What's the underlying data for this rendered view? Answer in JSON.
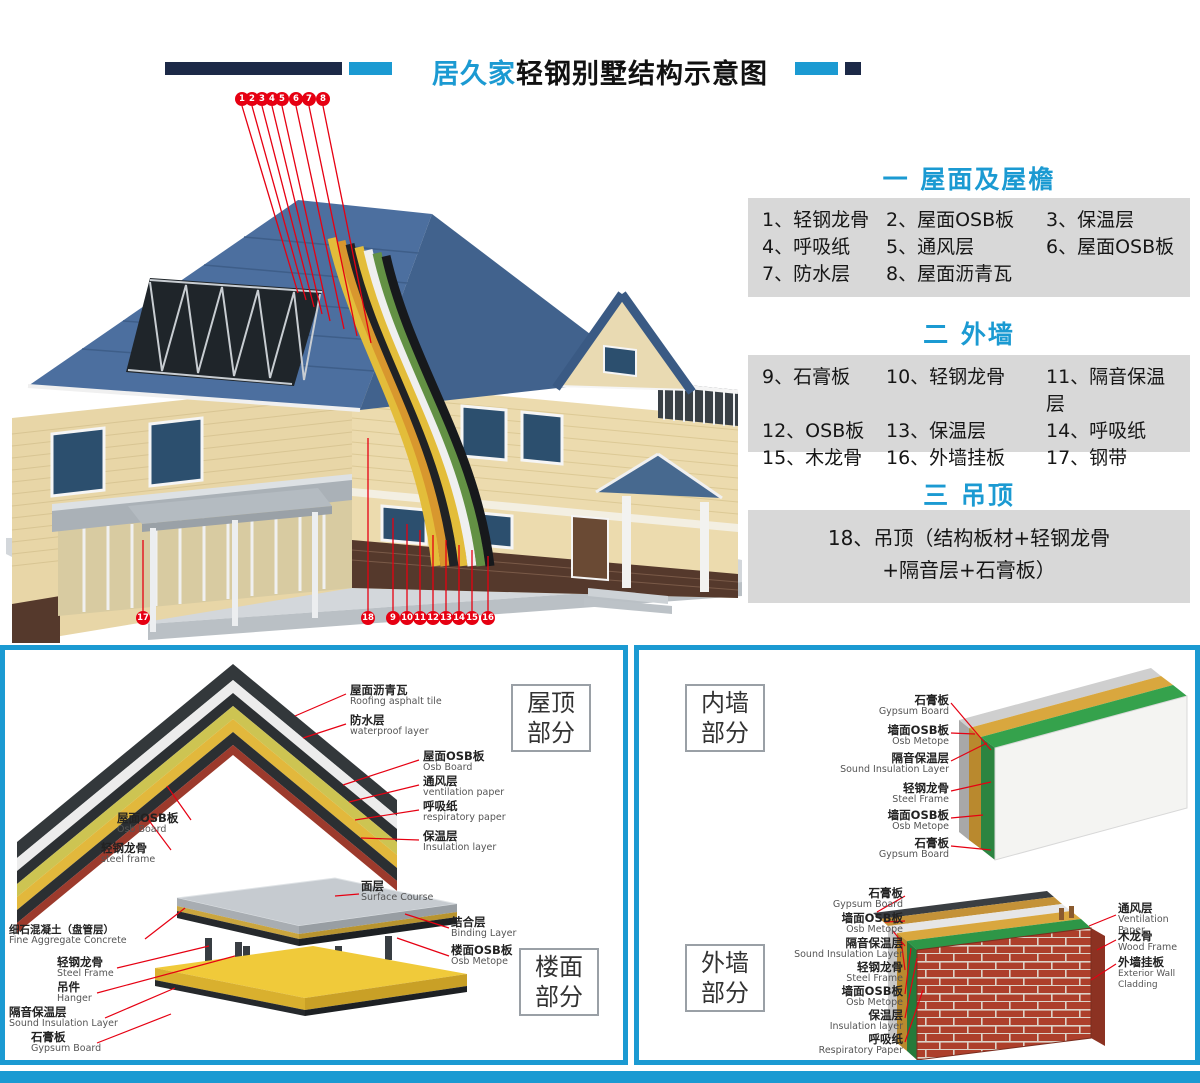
{
  "header": {
    "title_brand": "居久家",
    "title_rest": "轻钢别墅结构示意图"
  },
  "colors": {
    "accent_blue": "#1b9ad2",
    "navy": "#1c2947",
    "callout_red": "#e60012",
    "legend_bg": "#d8d8d8",
    "roof_blue": "#4c6f9f",
    "wall_cream": "#e8d6a7",
    "brick_brown": "#55392c"
  },
  "legend": {
    "sections": [
      {
        "heading": "一 屋面及屋檐",
        "rows": [
          [
            "1、轻钢龙骨",
            "2、屋面OSB板",
            "3、保温层"
          ],
          [
            "4、呼吸纸",
            "5、通风层",
            "6、屋面OSB板"
          ],
          [
            "7、防水层",
            "8、屋面沥青瓦",
            ""
          ]
        ]
      },
      {
        "heading": "二 外墙",
        "rows": [
          [
            "9、石膏板",
            "10、轻钢龙骨",
            "11、隔音保温层"
          ],
          [
            "12、OSB板",
            "13、保温层",
            "14、呼吸纸"
          ],
          [
            "15、木龙骨",
            "16、外墙挂板",
            "17、钢带"
          ]
        ]
      },
      {
        "heading": "三 吊顶",
        "lines": [
          "18、吊顶（结构板材+轻钢龙骨",
          "+隔音层+石膏板）"
        ]
      }
    ]
  },
  "callouts": {
    "top": [
      "1",
      "2",
      "3",
      "4",
      "5",
      "6",
      "7",
      "8"
    ],
    "left": [
      "17"
    ],
    "bottom": [
      "18",
      "9",
      "10",
      "11",
      "12",
      "13",
      "14",
      "15",
      "16"
    ]
  },
  "roof_panel": {
    "roof_section_box": [
      "屋顶",
      "部分"
    ],
    "floor_section_box": [
      "楼面",
      "部分"
    ],
    "roof_labels_right": [
      {
        "zh": "屋面沥青瓦",
        "en": "Roofing asphalt tile"
      },
      {
        "zh": "防水层",
        "en": "waterproof layer"
      },
      {
        "zh": "屋面OSB板",
        "en": "Osb Board"
      },
      {
        "zh": "通风层",
        "en": "ventilation paper"
      },
      {
        "zh": "呼吸纸",
        "en": "respiratory paper"
      },
      {
        "zh": "保温层",
        "en": "Insulation layer"
      }
    ],
    "roof_labels_left": [
      {
        "zh": "屋面OSB板",
        "en": "Osb Board"
      },
      {
        "zh": "轻钢龙骨",
        "en": "steel frame"
      }
    ],
    "floor_labels_right": [
      {
        "zh": "面层",
        "en": "Surface Course"
      },
      {
        "zh": "结合层",
        "en": "Binding Layer"
      },
      {
        "zh": "楼面OSB板",
        "en": "Osb Metope"
      }
    ],
    "floor_labels_left": [
      {
        "zh": "细石混凝土（盘管层）",
        "en": "Fine Aggregate Concrete"
      },
      {
        "zh": "轻钢龙骨",
        "en": "Steel Frame"
      },
      {
        "zh": "吊件",
        "en": "Hanger"
      },
      {
        "zh": "隔音保温层",
        "en": "Sound Insulation Layer"
      },
      {
        "zh": "石膏板",
        "en": "Gypsum Board"
      }
    ]
  },
  "wall_panel": {
    "inner_section_box": [
      "内墙",
      "部分"
    ],
    "outer_section_box": [
      "外墙",
      "部分"
    ],
    "inner_labels": [
      {
        "zh": "石膏板",
        "en": "Gypsum Board"
      },
      {
        "zh": "墙面OSB板",
        "en": "Osb Metope"
      },
      {
        "zh": "隔音保温层",
        "en": "Sound Insulation Layer"
      },
      {
        "zh": "轻钢龙骨",
        "en": "Steel Frame"
      },
      {
        "zh": "墙面OSB板",
        "en": "Osb Metope"
      },
      {
        "zh": "石膏板",
        "en": "Gypsum Board"
      }
    ],
    "outer_labels_left": [
      {
        "zh": "石膏板",
        "en": "Gypsum Board"
      },
      {
        "zh": "墙面OSB板",
        "en": "Osb Metope"
      },
      {
        "zh": "隔音保温层",
        "en": "Sound Insulation Layer"
      },
      {
        "zh": "轻钢龙骨",
        "en": "Steel Frame"
      },
      {
        "zh": "墙面OSB板",
        "en": "Osb Metope"
      },
      {
        "zh": "保温层",
        "en": "Insulation layer"
      },
      {
        "zh": "呼吸纸",
        "en": "Respiratory Paper"
      }
    ],
    "outer_labels_right": [
      {
        "zh": "通风层",
        "en": "Ventilation Paper"
      },
      {
        "zh": "木龙骨",
        "en": "Wood Frame"
      },
      {
        "zh": "外墙挂板",
        "en": "Exterior Wall Cladding"
      }
    ]
  }
}
